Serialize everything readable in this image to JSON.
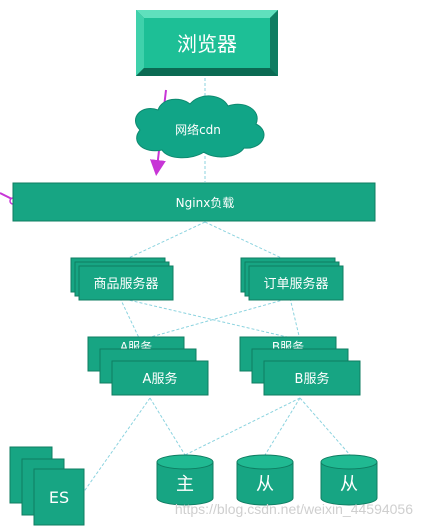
{
  "diagram": {
    "browser": "浏览器",
    "cdn": "网络cdn",
    "nginx": "Nginx负载",
    "product_server": "商品服务器",
    "order_server": "订单服务器",
    "a_service": "A服务",
    "b_service": "B服务",
    "a_service_back": "A服务",
    "b_service_back": "B服务",
    "es": "ES",
    "db_master": "主",
    "db_slave_1": "从",
    "db_slave_2": "从"
  },
  "watermark": "https://blog.csdn.net/weixin_44594056",
  "colors": {
    "box_fill": "#17a583",
    "box_border": "#0f7d62",
    "browser_fill": "#1dbf96",
    "cloud_fill": "#11a587",
    "line": "#8bd3df",
    "arrow": "#c735d6"
  }
}
